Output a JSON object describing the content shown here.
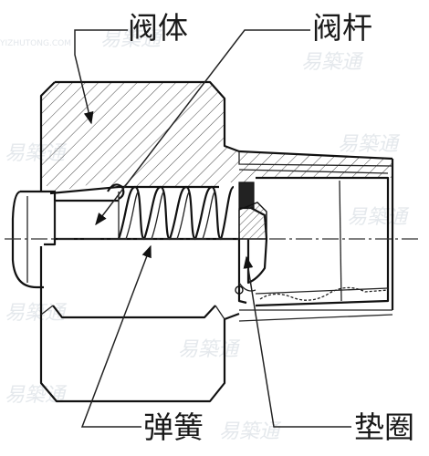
{
  "labels": {
    "valve_body": "阀体",
    "valve_stem": "阀杆",
    "spring": "弹簧",
    "gasket": "垫圈"
  },
  "watermark": {
    "brand": "易築通",
    "site": "YIZHUTONG.COM"
  },
  "colors": {
    "line": "#111111",
    "text": "#1a1a1a",
    "background": "#ffffff",
    "watermark": "#cfd6dd"
  }
}
